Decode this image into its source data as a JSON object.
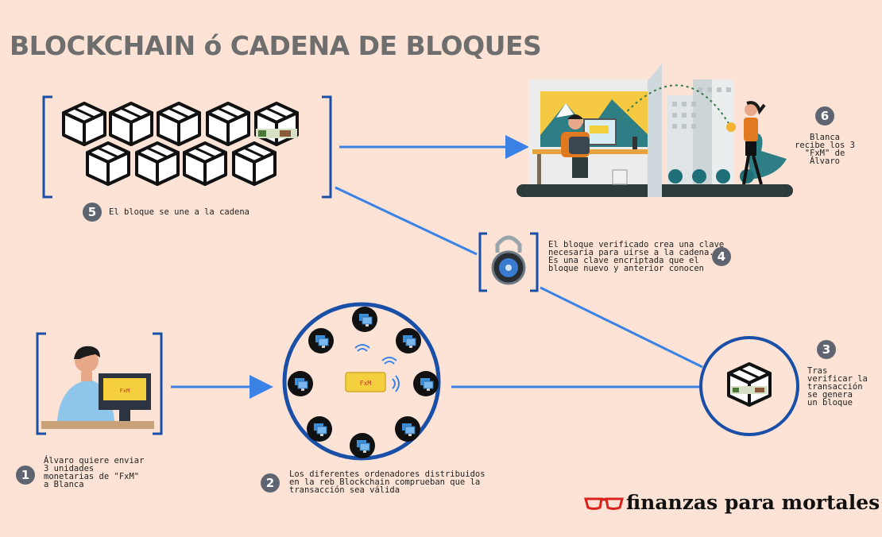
{
  "title": "BLOCKCHAIN ó CADENA DE BLOQUES",
  "steps": [
    {
      "num": "1",
      "lines": [
        "Álvaro quiere enviar",
        "3 unidades",
        "monetarias de \"FxM\"",
        "a Blanca"
      ]
    },
    {
      "num": "2",
      "lines": [
        "Los diferentes ordenadores distribuidos",
        "en la reb Blockchain comprueban que la",
        "transacción sea válida"
      ]
    },
    {
      "num": "3",
      "lines": [
        "Tras",
        "verificar la",
        "transacción",
        "se genera",
        "un bloque"
      ]
    },
    {
      "num": "4",
      "lines": [
        "El bloque verificado crea una clave",
        "necesaria para uirse a la cadena.",
        "Es una clave encriptada que el",
        "bloque nuevo y anterior conocen"
      ]
    },
    {
      "num": "5",
      "lines": [
        "El bloque se une a la cadena"
      ]
    },
    {
      "num": "6",
      "lines": [
        "Blanca",
        "recibe los 3",
        "\"FxM\" de",
        "Álvaro"
      ]
    }
  ],
  "coin_label": "FxM",
  "logo": {
    "text": "finanzas para mortales",
    "icon": "glasses-icon"
  },
  "colors": {
    "background": "#fce3d5",
    "bracket": "#1a4fa8",
    "arrow": "#3b82e6",
    "step_badge": "#5f6570",
    "ticket": "#f4d03f",
    "logo_glasses": "#d9221c"
  }
}
